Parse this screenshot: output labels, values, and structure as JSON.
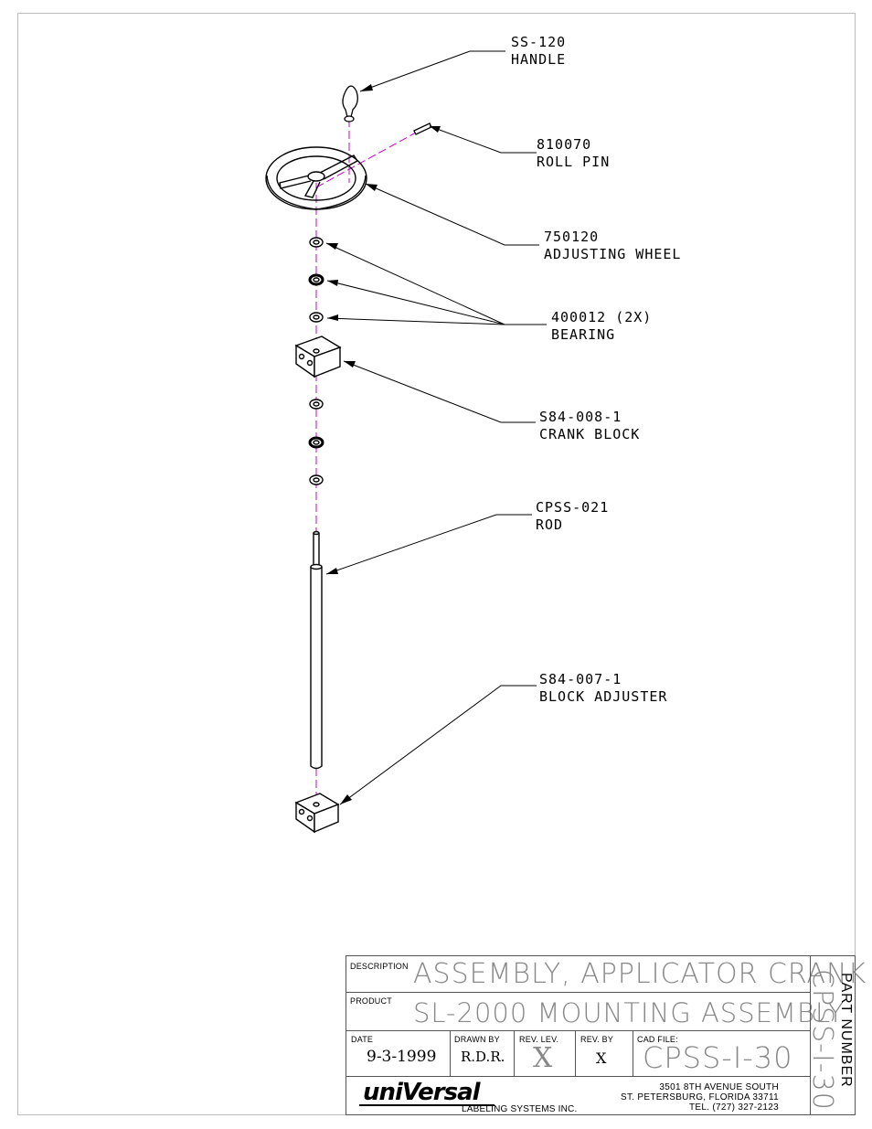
{
  "callouts": {
    "handle": {
      "part": "SS-120",
      "name": "HANDLE"
    },
    "roll_pin": {
      "part": "810070",
      "name": "ROLL PIN"
    },
    "wheel": {
      "part": "750120",
      "name": "ADJUSTING WHEEL"
    },
    "bearing": {
      "part": "400012 (2X)",
      "name": "BEARING"
    },
    "crank_block": {
      "part": "S84-008-1",
      "name": "CRANK BLOCK"
    },
    "rod": {
      "part": "CPSS-021",
      "name": "ROD"
    },
    "block_adjuster": {
      "part": "S84-007-1",
      "name": "BLOCK ADJUSTER"
    }
  },
  "title_block": {
    "description_label": "DESCRIPTION",
    "description": "ASSEMBLY, APPLICATOR CRANK",
    "product_label": "PRODUCT",
    "product": "SL-2000 MOUNTING ASSEMBLY",
    "date_label": "DATE",
    "date": "9-3-1999",
    "drawn_by_label": "DRAWN BY",
    "drawn_by": "R.D.R.",
    "rev_lev_label": "REV. LEV.",
    "rev_lev": "X",
    "rev_by_label": "REV. BY",
    "rev_by": "X",
    "cad_file_label": "CAD FILE:",
    "cad_file": "CPSS-I-30",
    "part_number_label": "PART NUMBER",
    "part_number": "CPSS-I-30",
    "company_logo": "uniVersal",
    "company_sub": "LABELING SYSTEMS INC.",
    "address_line1": "3501 8TH AVENUE SOUTH",
    "address_line2": "ST. PETERSBURG, FLORIDA 33711",
    "phone": "TEL. (727) 327-2123"
  },
  "colors": {
    "centerline": "#cc00cc",
    "line": "#000000",
    "title_text": "#888888"
  }
}
